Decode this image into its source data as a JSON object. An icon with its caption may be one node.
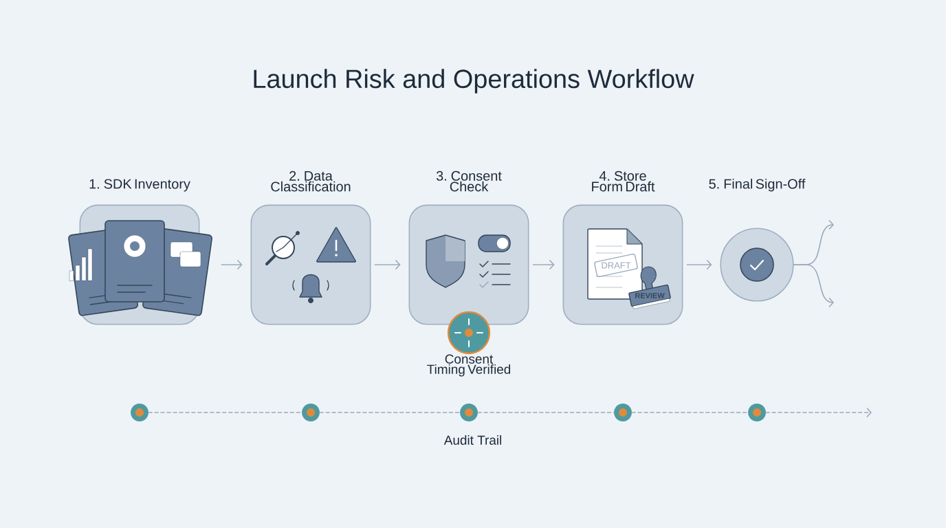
{
  "diagram": {
    "title": "Launch Risk and Operations Workflow",
    "nodes": [
      {
        "text": [
          "1. SDK Inventory"
        ]
      },
      {
        "text": [
          "2. Data Classification"
        ]
      },
      {
        "text": [
          "3. Consent Check"
        ]
      },
      {
        "text": [
          "4. Store Form Draft"
        ]
      },
      {
        "text": [
          "5. Final Sign-Off"
        ]
      },
      {
        "text": [
          "Consent Timing Verified"
        ]
      },
      {
        "text": [],
        "shape": "circle"
      },
      {
        "text": [],
        "shape": "circle"
      },
      {
        "text": [],
        "shape": "circle"
      },
      {
        "text": [],
        "shape": "circle"
      },
      {
        "text": [],
        "shape": "circle"
      }
    ],
    "edges": [
      {
        "from": 0,
        "to": 1,
        "arrow": "to"
      },
      {
        "from": 1,
        "to": 2,
        "arrow": "to"
      },
      {
        "from": 2,
        "to": 3,
        "arrow": "to"
      },
      {
        "from": 3,
        "to": 4,
        "arrow": "to"
      },
      {
        "from": 4,
        "to": null,
        "arrow": "to"
      },
      {
        "from": 4,
        "to": null,
        "arrow": "to"
      },
      {
        "from": 6,
        "to": 7,
        "arrow": "none",
        "style": "dashed"
      },
      {
        "from": 7,
        "to": 8,
        "arrow": "none",
        "style": "dashed"
      },
      {
        "from": 8,
        "to": 9,
        "arrow": "none",
        "style": "dashed"
      },
      {
        "from": 9,
        "to": 10,
        "arrow": "none",
        "style": "dashed"
      },
      {
        "from": 10,
        "to": null,
        "arrow": "to",
        "style": "dashed"
      }
    ],
    "labels": [
      "DRAFT",
      "REVIEW",
      "Audit Trail"
    ]
  }
}
